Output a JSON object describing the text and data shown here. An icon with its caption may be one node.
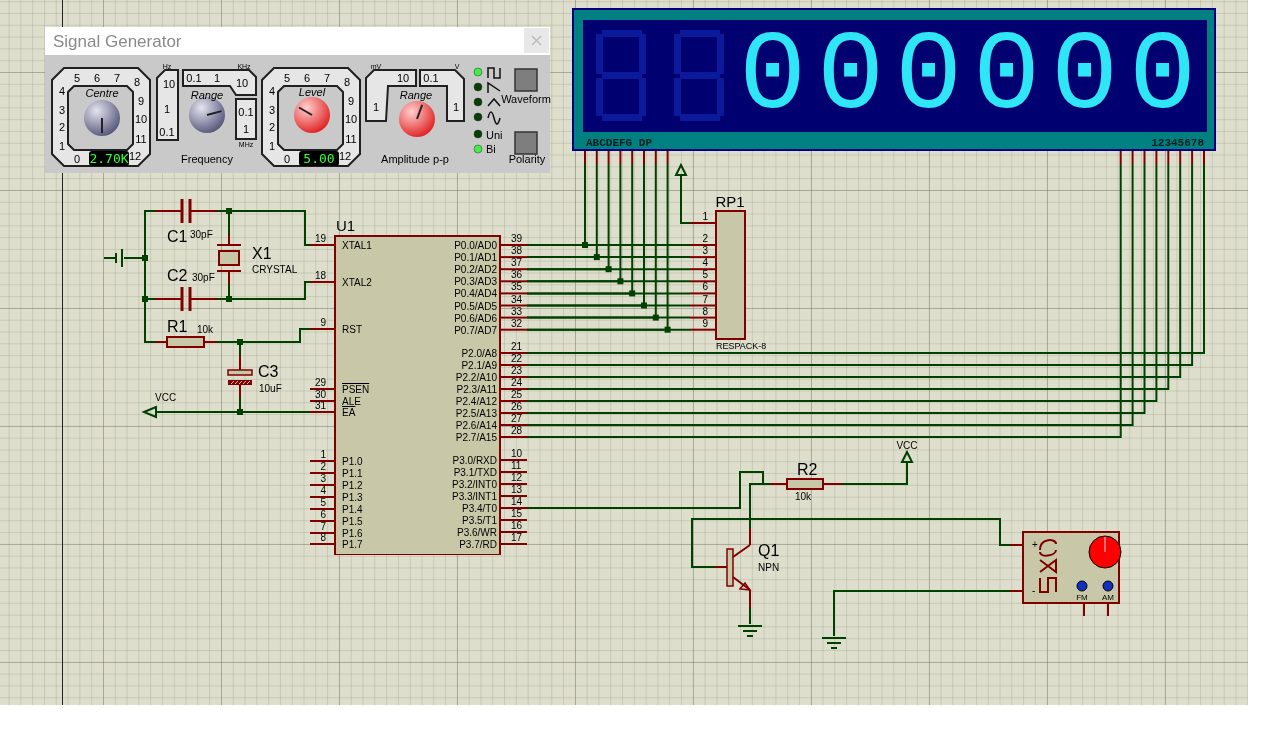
{
  "diagram": {
    "nodes": [
      {
        "text": [
          "Signal Generator"
        ]
      },
      {
        "text": [
          "000000",
          "ABCDEFG DP",
          "12345678"
        ]
      },
      {
        "text": [
          "U1"
        ]
      },
      {
        "text": [
          "RP1"
        ],
        "beside": [
          "RESPACK-8"
        ]
      },
      {
        "text": [
          "C1",
          "30pF"
        ]
      },
      {
        "text": [
          "X1",
          "CRYSTAL"
        ]
      },
      {
        "text": [
          "C2",
          "30pF"
        ]
      },
      {
        "text": [
          "R1",
          "10k"
        ]
      },
      {
        "text": [
          "C3",
          "10uF"
        ]
      },
      {
        "text": [],
        "shape": "ground"
      },
      {
        "text": [
          "VCC"
        ]
      },
      {
        "text": [],
        "shape": "triangle"
      },
      {
        "text": [
          "R2",
          "10k"
        ]
      },
      {
        "text": [
          "VCC"
        ]
      },
      {
        "text": [
          "Q1",
          "NPN"
        ]
      },
      {
        "text": [
          "+",
          "-",
          "FM",
          "AM"
        ]
      },
      {
        "text": [],
        "shape": "ground"
      },
      {
        "text": [],
        "shape": "ground"
      }
    ],
    "edges": [
      {
        "from": 9,
        "to": 4,
        "arrow": "none"
      },
      {
        "from": 9,
        "to": 6,
        "arrow": "none"
      },
      {
        "from": 9,
        "to": 7,
        "arrow": "none"
      },
      {
        "from": 4,
        "to": 5,
        "arrow": "none"
      },
      {
        "from": 4,
        "to": 2,
        "arrow": "none"
      },
      {
        "from": 6,
        "to": 5,
        "arrow": "none"
      },
      {
        "from": 6,
        "to": 2,
        "arrow": "none"
      },
      {
        "from": 7,
        "to": 8,
        "arrow": "none"
      },
      {
        "from": 7,
        "to": 2,
        "arrow": "none"
      },
      {
        "from": 8,
        "to": 10,
        "arrow": "none"
      },
      {
        "from": 2,
        "to": 10,
        "arrow": "none"
      },
      {
        "from": 2,
        "to": 3,
        "arrow": "none"
      },
      {
        "from": 2,
        "to": 3,
        "arrow": "none"
      },
      {
        "from": 2,
        "to": 3,
        "arrow": "none"
      },
      {
        "from": 2,
        "to": 3,
        "arrow": "none"
      },
      {
        "from": 2,
        "to": 3,
        "arrow": "none"
      },
      {
        "from": 2,
        "to": 3,
        "arrow": "none"
      },
      {
        "from": 2,
        "to": 3,
        "arrow": "none"
      },
      {
        "from": 2,
        "to": 3,
        "arrow": "none"
      },
      {
        "from": 2,
        "to": 1,
        "arrow": "none"
      },
      {
        "from": 2,
        "to": 1,
        "arrow": "none"
      },
      {
        "from": 2,
        "to": 1,
        "arrow": "none"
      },
      {
        "from": 2,
        "to": 1,
        "arrow": "none"
      },
      {
        "from": 2,
        "to": 1,
        "arrow": "none"
      },
      {
        "from": 2,
        "to": 1,
        "arrow": "none"
      },
      {
        "from": 2,
        "to": 1,
        "arrow": "none"
      },
      {
        "from": 2,
        "to": 1,
        "arrow": "none"
      },
      {
        "from": 3,
        "to": 11,
        "arrow": "none"
      },
      {
        "from": 2,
        "to": 1,
        "arrow": "none"
      },
      {
        "from": 2,
        "to": 1,
        "arrow": "none"
      },
      {
        "from": 2,
        "to": 1,
        "arrow": "none"
      },
      {
        "from": 2,
        "to": 1,
        "arrow": "none"
      },
      {
        "from": 2,
        "to": 1,
        "arrow": "none"
      },
      {
        "from": 2,
        "to": 1,
        "arrow": "none"
      },
      {
        "from": 2,
        "to": 1,
        "arrow": "none"
      },
      {
        "from": 2,
        "to": 1,
        "arrow": "none"
      },
      {
        "from": 2,
        "to": 12,
        "arrow": "none"
      },
      {
        "from": 14,
        "to": 12,
        "arrow": "none"
      },
      {
        "from": 12,
        "to": 13,
        "arrow": "none"
      },
      {
        "from": 14,
        "to": 15,
        "arrow": "none"
      },
      {
        "from": 14,
        "to": 16,
        "arrow": "none"
      },
      {
        "from": 15,
        "to": 17,
        "arrow": "none"
      }
    ],
    "labels": [
      "5",
      "6",
      "7",
      "8",
      "4",
      "3",
      "2",
      "1",
      "0",
      "9",
      "10",
      "11",
      "12",
      "Centre",
      "2.70K",
      "Hz",
      "KHz",
      "10",
      "1",
      "0.1",
      "0.1",
      "1",
      "10",
      "0.1",
      "1",
      "MHz",
      "Range",
      "Frequency",
      "5",
      "6",
      "7",
      "8",
      "4",
      "3",
      "2",
      "1",
      "0",
      "9",
      "10",
      "11",
      "12",
      "Level",
      "5.00",
      "mV",
      "V",
      "10",
      "0.1",
      "Range",
      "1",
      "1",
      "Amplitude p-p",
      "Waveform",
      "Uni",
      "Bi",
      "Polarity",
      "19",
      "XTAL1",
      "18",
      "XTAL2",
      "9",
      "RST",
      "29",
      "PSEN",
      "30",
      "ALE",
      "31",
      "EA",
      "1",
      "P1.0",
      "2",
      "P1.1",
      "3",
      "P1.2",
      "4",
      "P1.3",
      "5",
      "P1.4",
      "6",
      "P1.5",
      "7",
      "P1.6",
      "8",
      "P1.7",
      "P0.0/AD0",
      "39",
      "P0.1/AD1",
      "38",
      "P0.2/AD2",
      "37",
      "P0.3/AD3",
      "36",
      "P0.4/AD4",
      "35",
      "P0.5/AD5",
      "34",
      "P0.6/AD6",
      "33",
      "P0.7/AD7",
      "32",
      "P2.0/A8",
      "21",
      "P2.1/A9",
      "22",
      "P2.2/A10",
      "23",
      "P2.3/A11",
      "24",
      "P2.4/A12",
      "25",
      "P2.5/A13",
      "26",
      "P2.6/A14",
      "27",
      "P2.7/A15",
      "28",
      "P3.0/RXD",
      "10",
      "P3.1/TXD",
      "11",
      "P3.2/INT0",
      "12",
      "P3.3/INT1",
      "13",
      "P3.4/T0",
      "14",
      "P3.5/T1",
      "15",
      "P3.6/WR",
      "16",
      "P3.7/RD",
      "17",
      "1",
      "2",
      "3",
      "4",
      "5",
      "6",
      "7",
      "8",
      "9"
    ]
  }
}
